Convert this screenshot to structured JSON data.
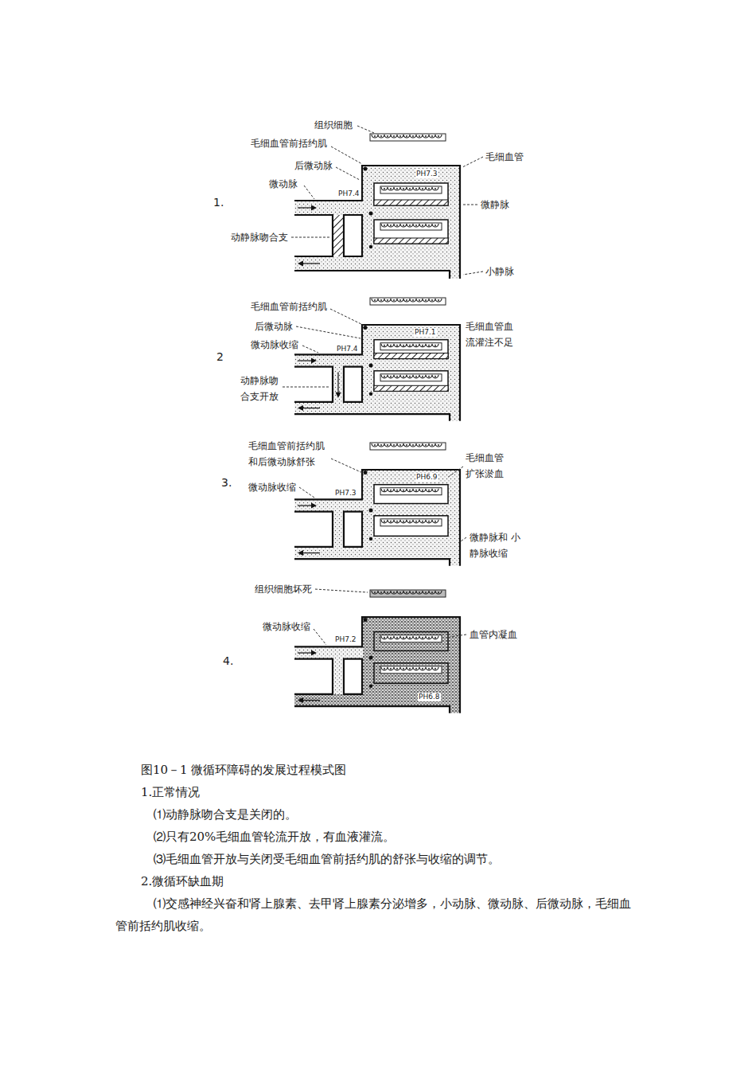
{
  "diagram": {
    "caption": "图10－1 微循环障碍的发展过程模式图",
    "labels": [
      "组织细胞",
      "毛细血管前括约肌",
      "后微动脉",
      "微动脉",
      "1.",
      "PH7.4",
      "PH7.3",
      "毛细血管",
      "微静脉",
      "动静脉吻合支",
      "小静脉",
      "毛细血管前括约肌",
      "后微动脉",
      "微动脉收缩",
      "2",
      "PH7.4",
      "PH7.1",
      "毛细血管血 流灌注不足",
      "动静脉吻 合支开放",
      "毛细血管前括约肌 和后微动脉舒张",
      "3.",
      "微动脉收缩",
      "PH7.3",
      "PH6.9",
      "毛细血管 扩张淤血",
      "微静脉和 小静脉收缩",
      "组织细胞坏死",
      "微动脉收缩",
      "4.",
      "PH7.2",
      "PH6.8",
      "血管内凝血",
      "1.正常情况",
      "⑴动静脉吻合支是关闭的。",
      "⑵只有20%毛细血管轮流开放，有血液灌流。",
      "⑶毛细血管开放与关闭受毛细血管前括约肌的舒张与收缩的调节。",
      "2.微循环缺血期",
      "⑴交感神经兴奋和肾上腺素、去甲肾上腺素分泌增多，小动脉、微动脉、后微动脉，毛细血管前括约肌收缩。"
    ]
  }
}
